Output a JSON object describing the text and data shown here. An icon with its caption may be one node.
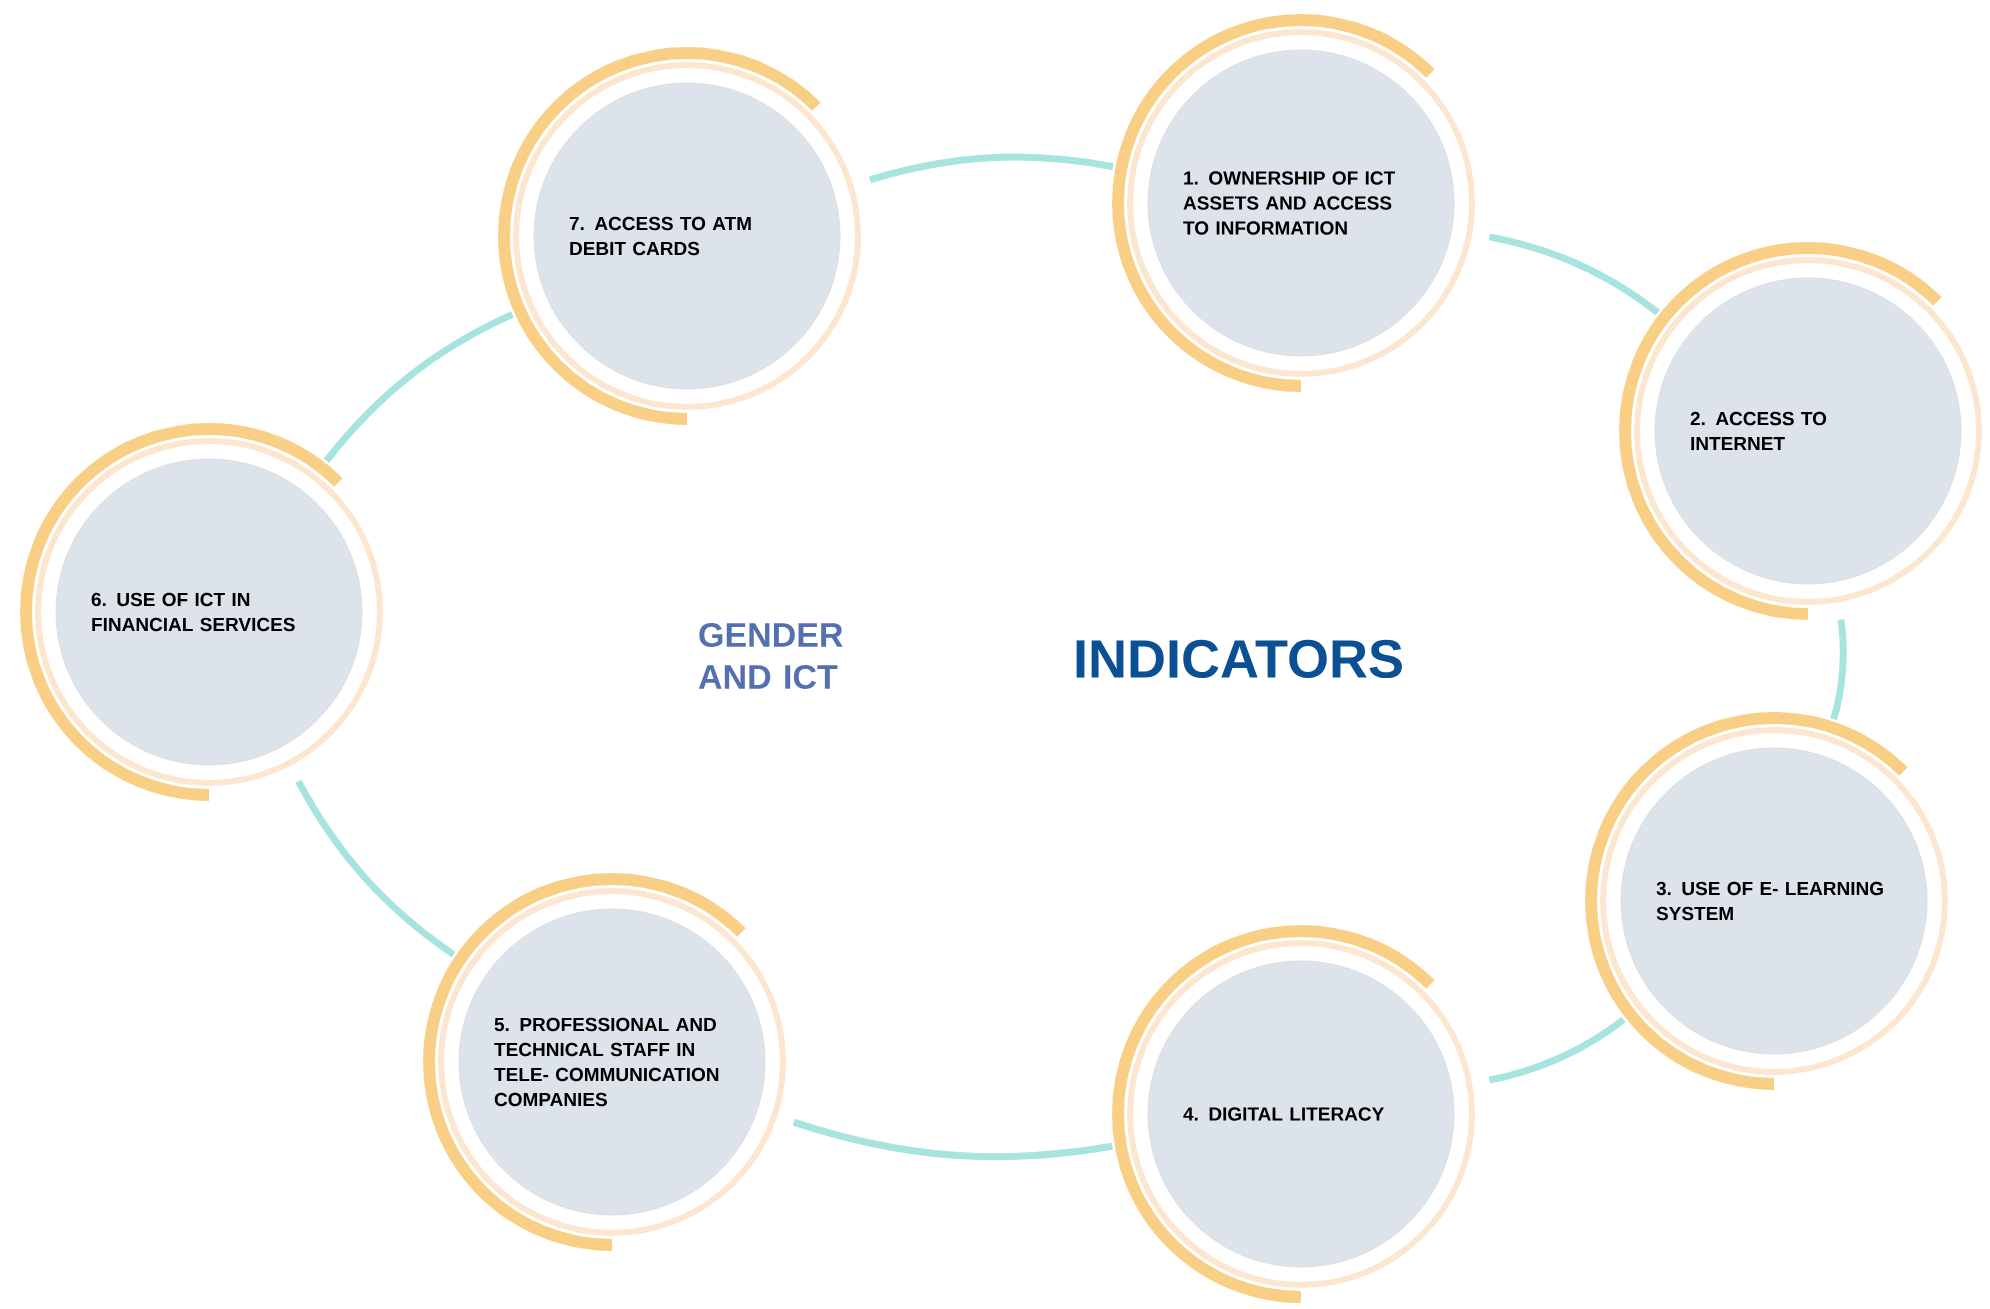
{
  "diagram": {
    "nodes": [
      {
        "text": [
          "1. OWNERSHIP OF ICT ASSETS AND ACCESS TO INFORMATION"
        ]
      },
      {
        "text": [
          "2. ACCESS TO INTERNET"
        ]
      },
      {
        "text": [
          "3. USE OF E- LEARNING SYSTEM"
        ]
      },
      {
        "text": [
          "4. DIGITAL LITERACY"
        ]
      },
      {
        "text": [
          "5. PROFESSIONAL AND TECHNICAL STAFF IN TELE- COMMUNICATION COMPANIES"
        ]
      },
      {
        "text": [
          "6. USE OF ICT IN FINANCIAL SERVICES"
        ]
      },
      {
        "text": [
          "7. ACCESS TO ATM DEBIT CARDS"
        ]
      }
    ],
    "edges": [
      {
        "from": 0,
        "to": 1,
        "arrow": "none"
      },
      {
        "from": 1,
        "to": 2,
        "arrow": "none"
      },
      {
        "from": 2,
        "to": 3,
        "arrow": "none"
      },
      {
        "from": 3,
        "to": 4,
        "arrow": "none"
      },
      {
        "from": 4,
        "to": 5,
        "arrow": "none"
      },
      {
        "from": 5,
        "to": 6,
        "arrow": "none"
      },
      {
        "from": 6,
        "to": 0,
        "arrow": "none"
      }
    ],
    "labels": [
      "GENDER AND ICT",
      "INDICATORS"
    ]
  }
}
